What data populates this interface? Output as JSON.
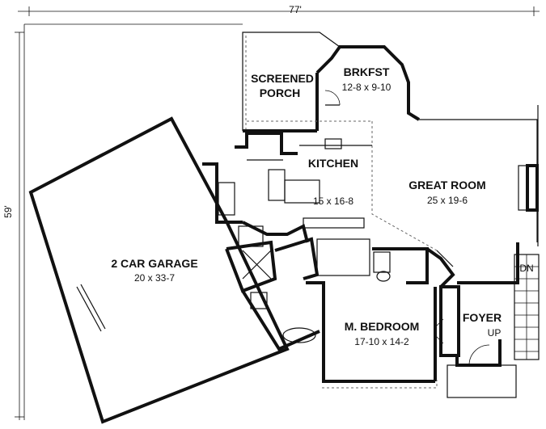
{
  "dimensions": {
    "width": "77'",
    "depth": "59'"
  },
  "rooms": [
    {
      "name": "SCREENED",
      "name2": "PORCH",
      "size": ""
    },
    {
      "name": "BRKFST",
      "size": "12-8 x 9-10"
    },
    {
      "name": "KITCHEN",
      "size": "15 x 16-8"
    },
    {
      "name": "GREAT ROOM",
      "size": "25 x 19-6"
    },
    {
      "name": "2 CAR GARAGE",
      "size": "20 x 33-7"
    },
    {
      "name": "M. BEDROOM",
      "size": "17-10 x 14-2"
    },
    {
      "name": "FOYER",
      "size": ""
    }
  ],
  "stairs": {
    "down": "DN",
    "up": "UP"
  }
}
